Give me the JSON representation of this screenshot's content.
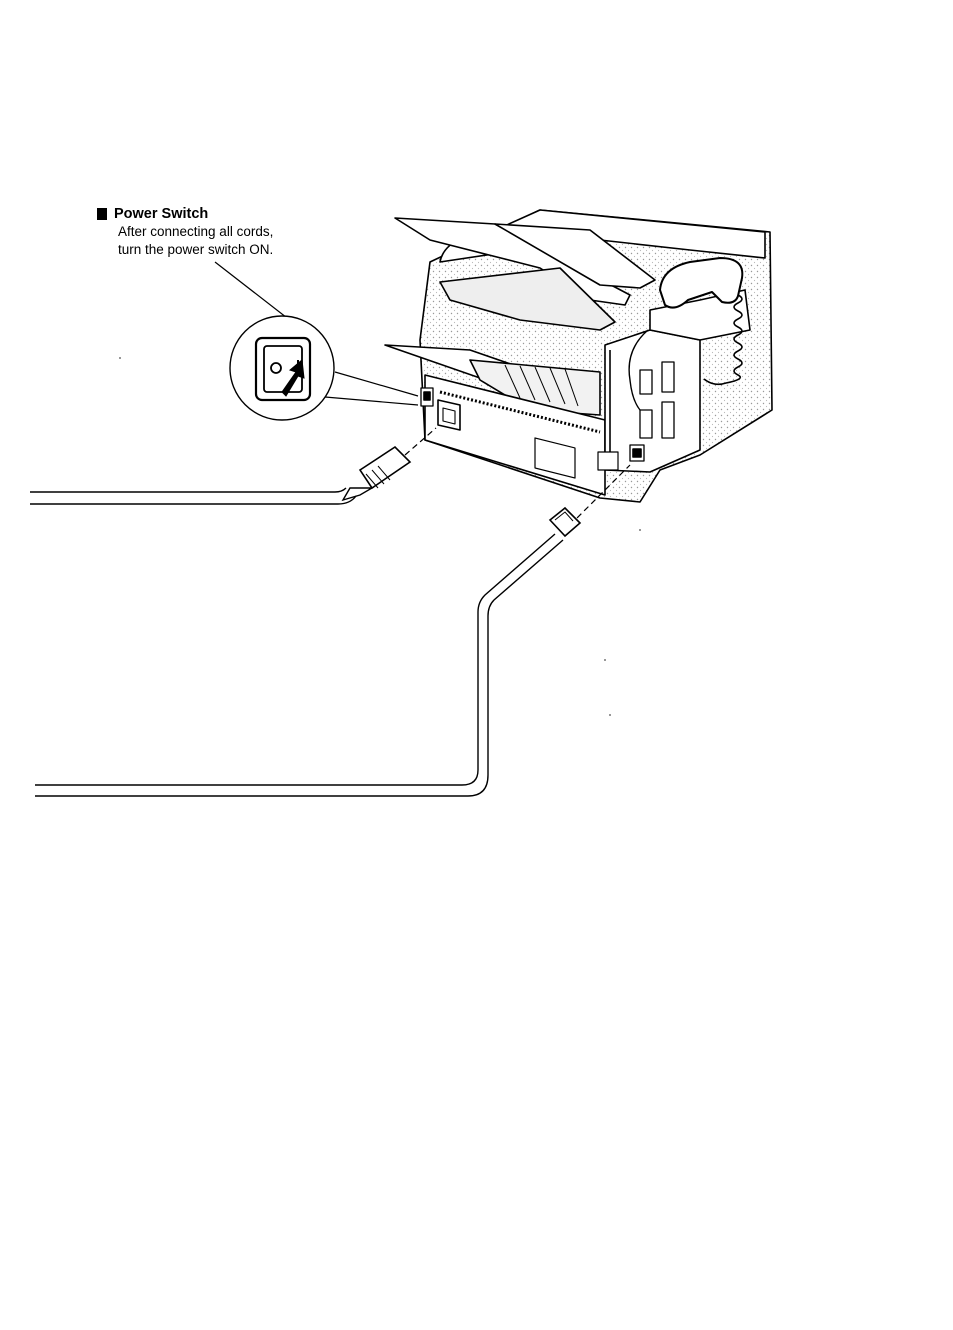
{
  "callout": {
    "bullet_icon": "square-bullet-icon",
    "title": "Power Switch",
    "body": [
      "After connecting all cords,",
      "turn the power switch ON."
    ]
  },
  "colors": {
    "ink": "#000000",
    "paper": "#ffffff",
    "shade": "#dddddd"
  },
  "illustration": {
    "device": "fax-machine-rear-view",
    "switch_symbols": [
      "O",
      "I"
    ],
    "cables": [
      "power-cord",
      "telephone-line-cord"
    ]
  }
}
